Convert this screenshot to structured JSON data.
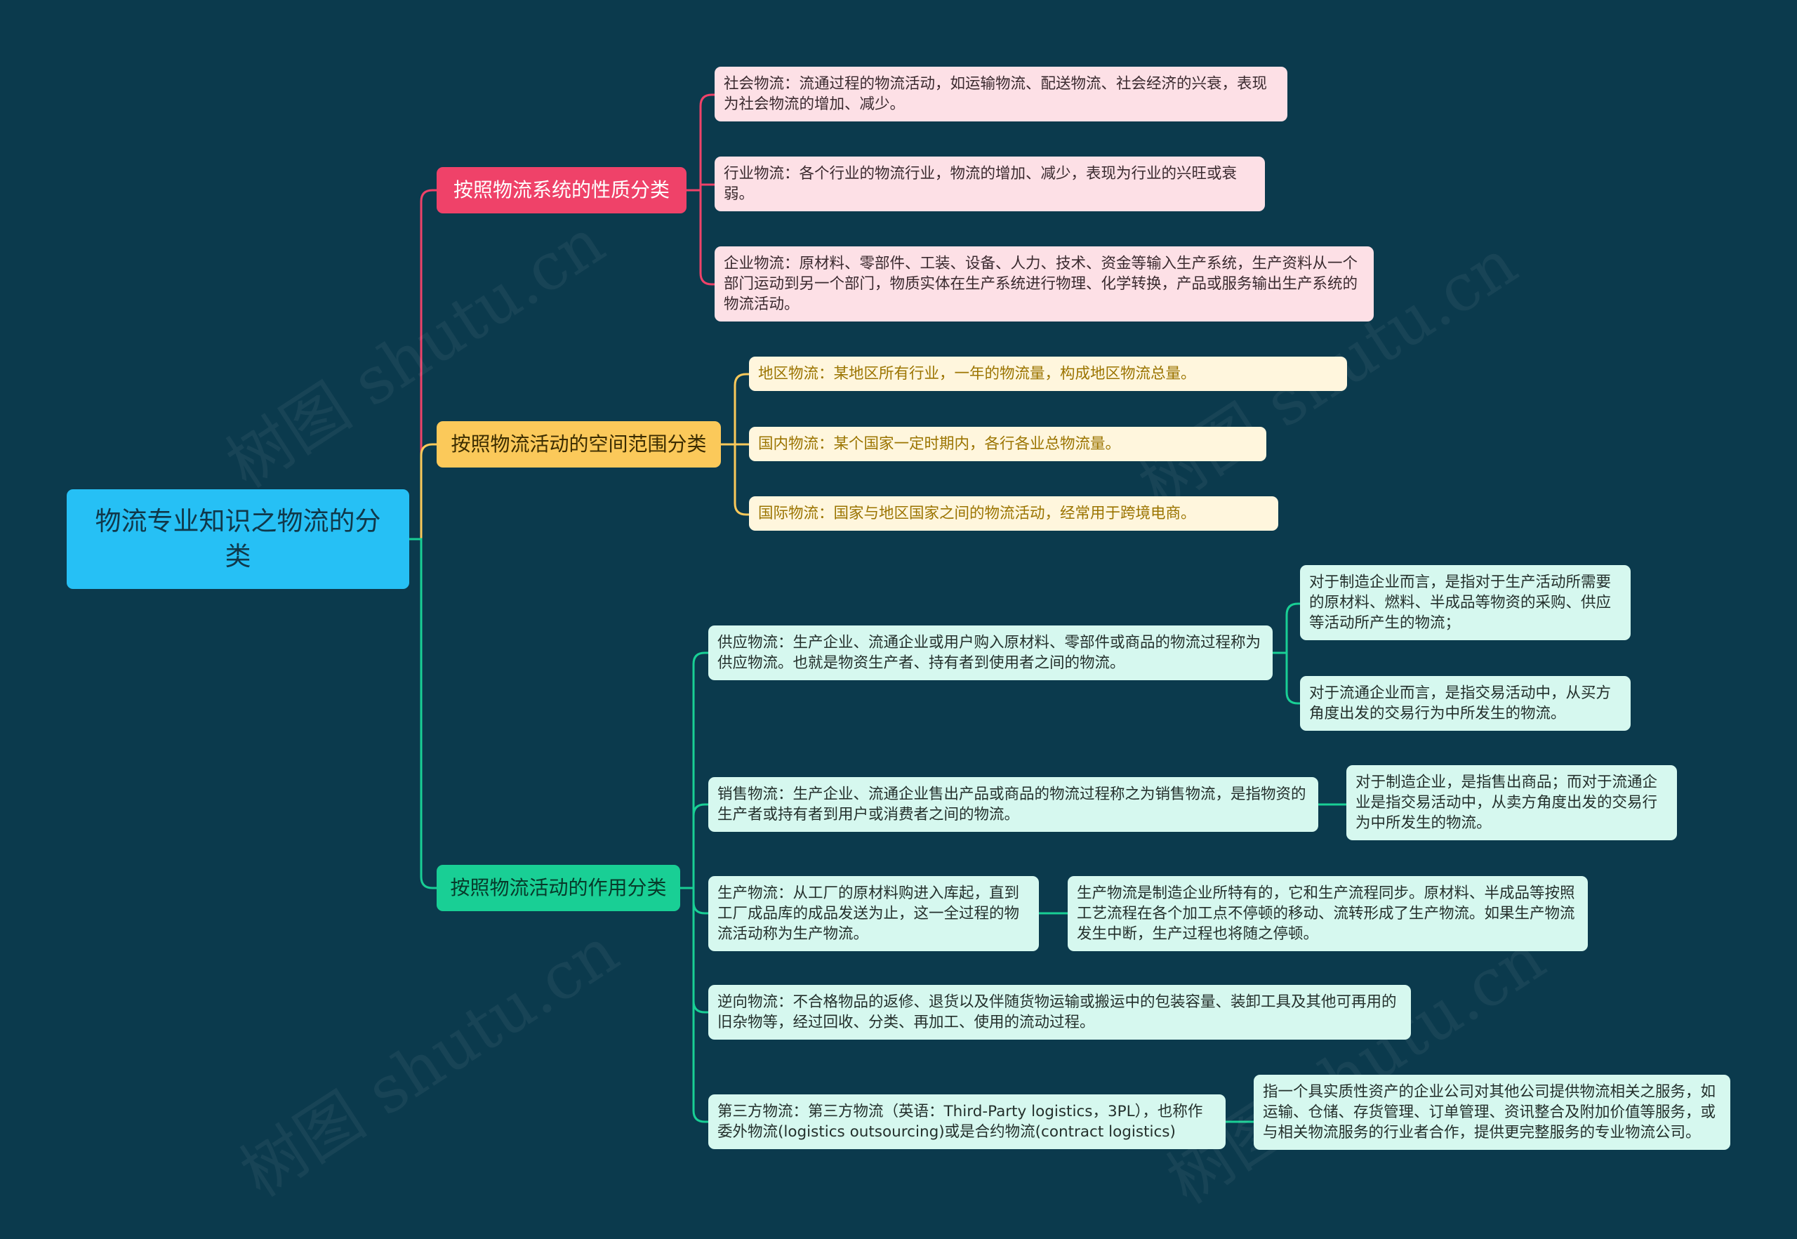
{
  "root": {
    "title": "物流专业知识之物流的分类"
  },
  "branches": [
    {
      "label": "按照物流系统的性质分类",
      "color": "#ef4269",
      "children": [
        "社会物流：流通过程的物流活动，如运输物流、配送物流、社会经济的兴衰，表现为社会物流的增加、减少。",
        "行业物流：各个行业的物流行业，物流的增加、减少，表现为行业的兴旺或衰弱。",
        "企业物流：原材料、零部件、工装、设备、人力、技术、资金等输入生产系统，生产资料从一个部门运动到另一个部门，物质实体在生产系统进行物理、化学转换，产品或服务输出生产系统的物流活动。"
      ]
    },
    {
      "label": "按照物流活动的空间范围分类",
      "color": "#fbc95a",
      "children": [
        "地区物流：某地区所有行业，一年的物流量，构成地区物流总量。",
        "国内物流：某个国家一定时期内，各行各业总物流量。",
        "国际物流：国家与地区国家之间的物流活动，经常用于跨境电商。"
      ]
    },
    {
      "label": "按照物流活动的作用分类",
      "color": "#19cf95",
      "children": [
        {
          "text": "供应物流：生产企业、流通企业或用户购入原材料、零部件或商品的物流过程称为供应物流。也就是物资生产者、持有者到使用者之间的物流。",
          "details": [
            "对于制造企业而言，是指对于生产活动所需要的原材料、燃料、半成品等物资的采购、供应等活动所产生的物流；",
            "对于流通企业而言，是指交易活动中，从买方角度出发的交易行为中所发生的物流。"
          ]
        },
        {
          "text": "销售物流：生产企业、流通企业售出产品或商品的物流过程称之为销售物流，是指物资的生产者或持有者到用户或消费者之间的物流。",
          "details": [
            "对于制造企业，是指售出商品；而对于流通企业是指交易活动中，从卖方角度出发的交易行为中所发生的物流。"
          ]
        },
        {
          "text": "生产物流：从工厂的原材料购进入库起，直到工厂成品库的成品发送为止，这一全过程的物流活动称为生产物流。",
          "details": [
            "生产物流是制造企业所特有的，它和生产流程同步。原材料、半成品等按照工艺流程在各个加工点不停顿的移动、流转形成了生产物流。如果生产物流发生中断，生产过程也将随之停顿。"
          ]
        },
        {
          "text": "逆向物流：不合格物品的返修、退货以及伴随货物运输或搬运中的包装容量、装卸工具及其他可再用的旧杂物等，经过回收、分类、再加工、使用的流动过程。",
          "details": []
        },
        {
          "text": "第三方物流：第三方物流（英语：Third-Party logistics，3PL），也称作委外物流(logistics outsourcing)或是合约物流(contract logistics)",
          "details": [
            "指一个具实质性资产的企业公司对其他公司提供物流相关之服务，如运输、仓储、存货管理、订单管理、资讯整合及附加价值等服务，或与相关物流服务的行业者合作，提供更完整服务的专业物流公司。"
          ]
        }
      ]
    }
  ],
  "watermark": "树图 shutu.cn",
  "colors": {
    "background": "#0b3a4d",
    "root": "#26c0f5",
    "pink_leaf": "#fde0e6",
    "yellow_leaf": "#fff6dd",
    "mint_leaf": "#d6f8ef"
  }
}
